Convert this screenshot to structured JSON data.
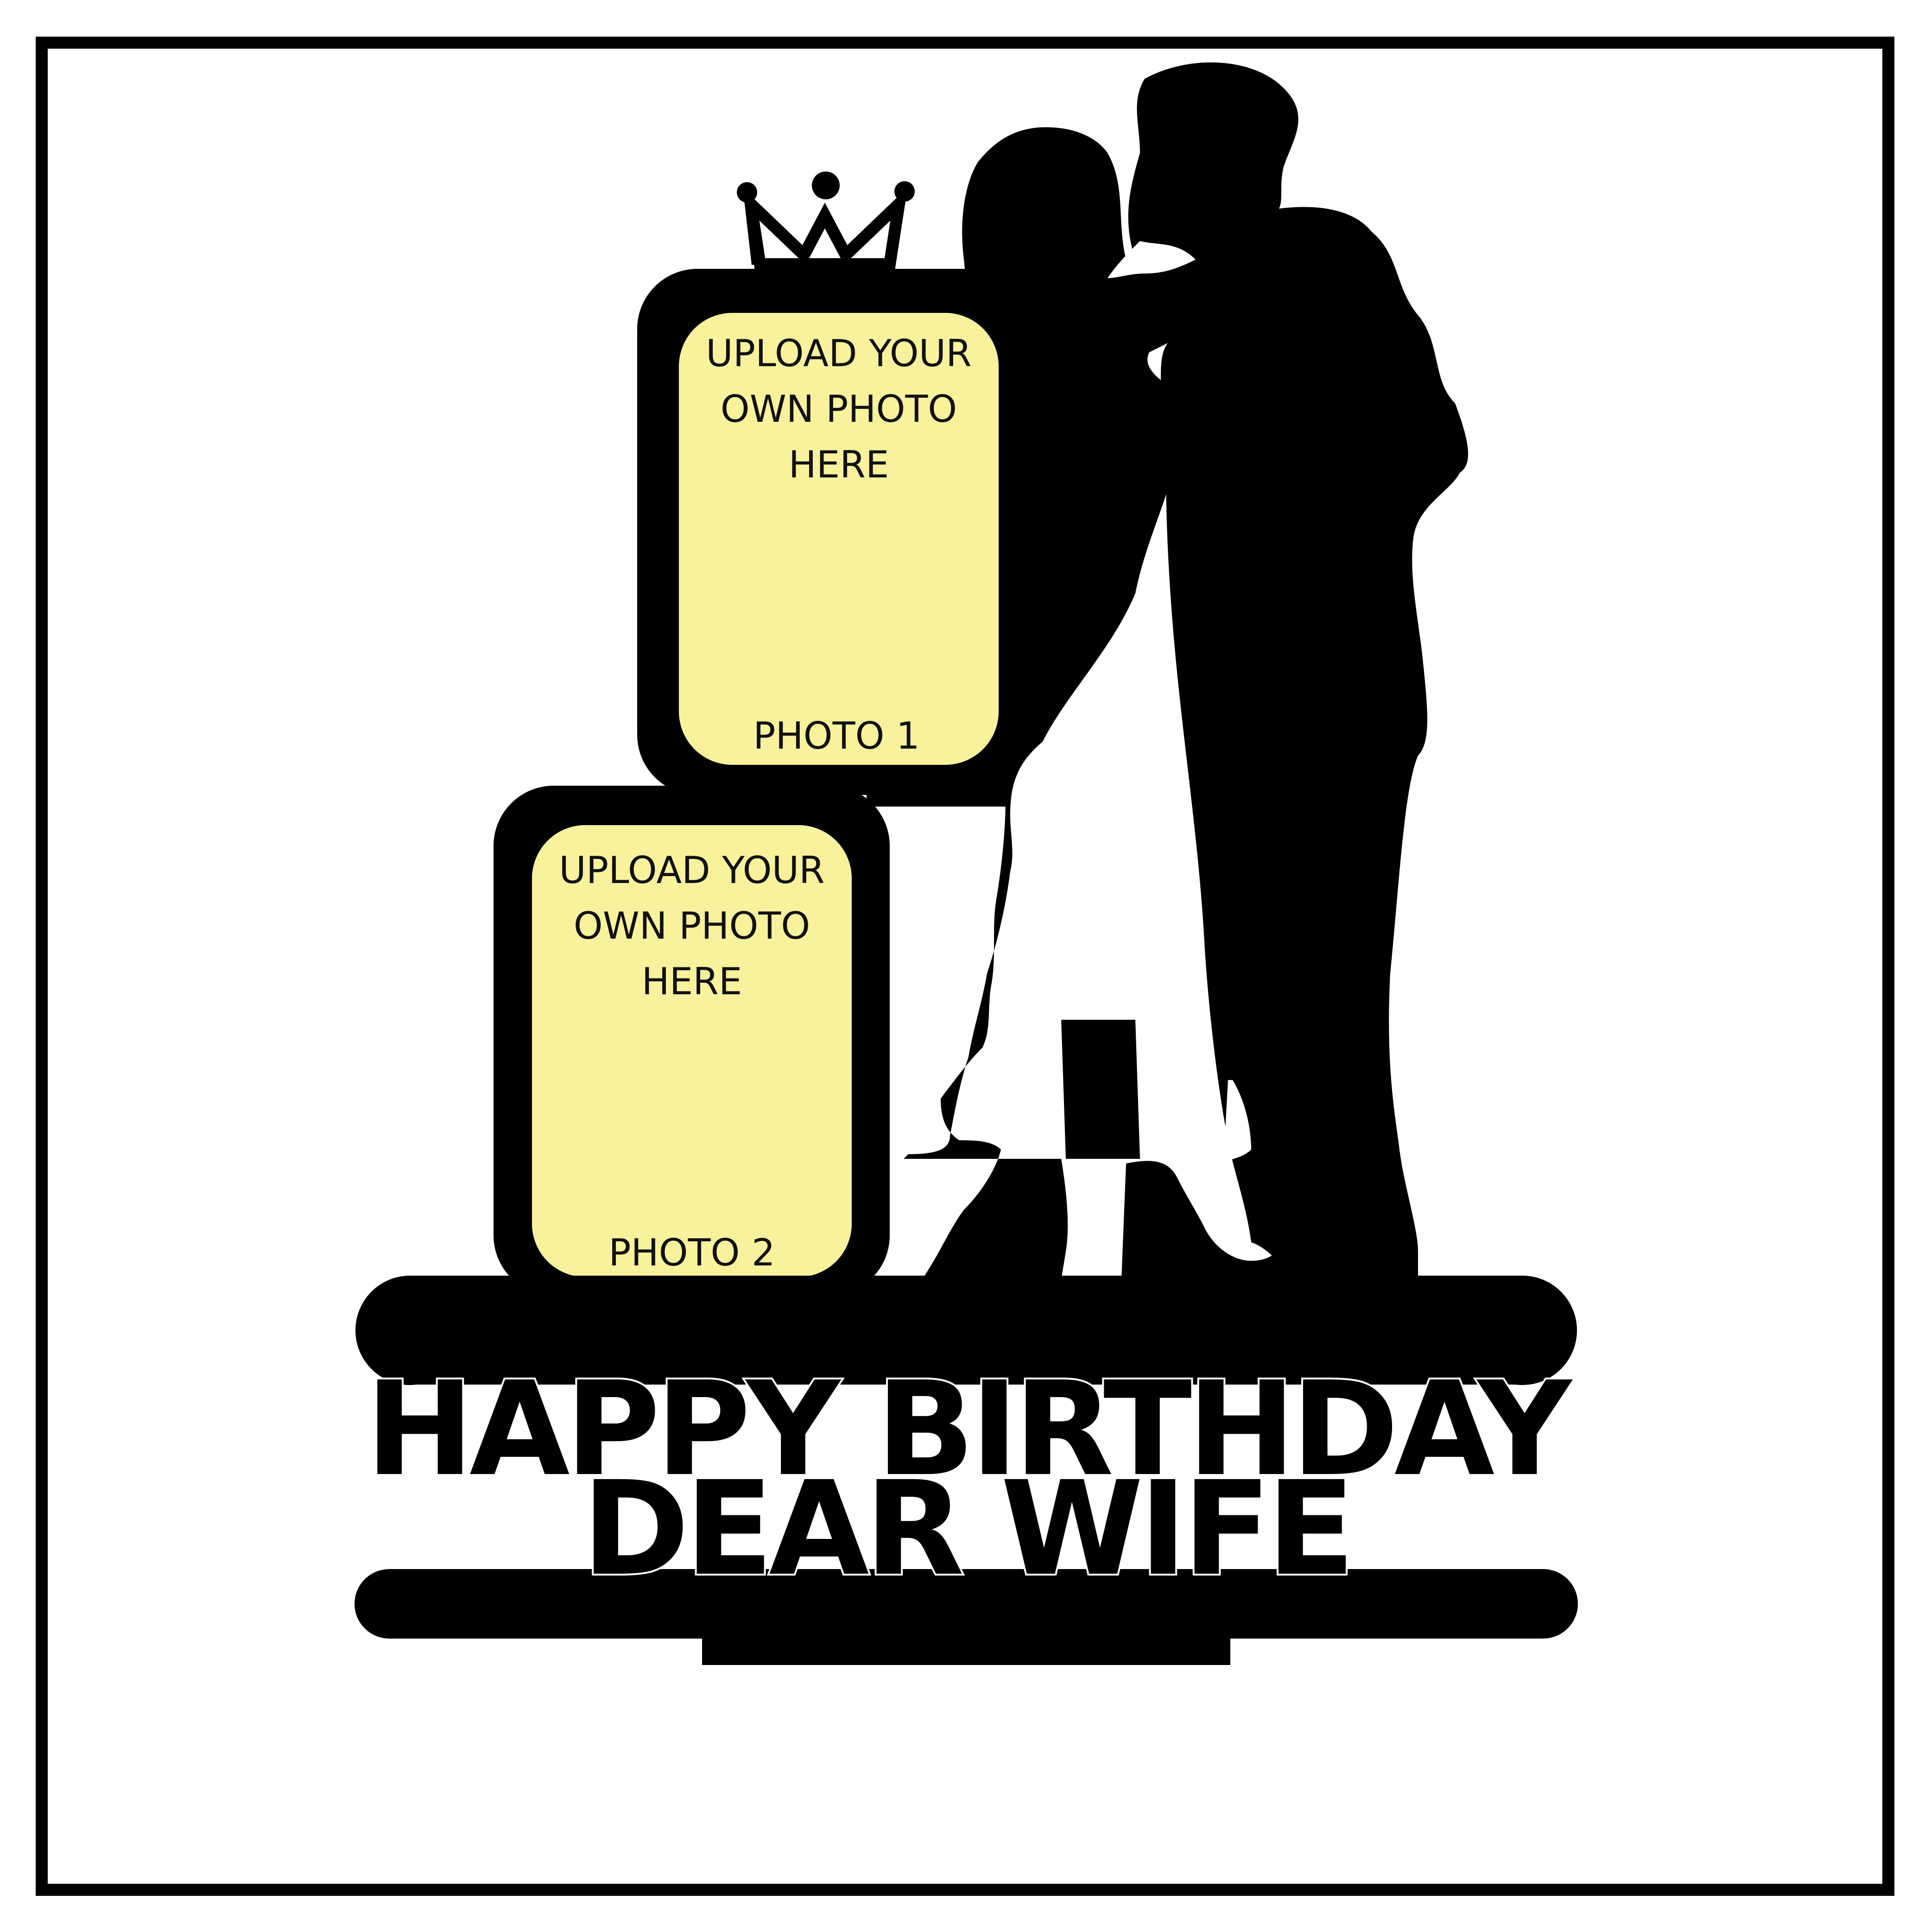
{
  "colors": {
    "background": "#ffffff",
    "frame": "#000000",
    "silhouette": "#000000",
    "photo_fill": "#f8f29c"
  },
  "photo_1": {
    "upload_line_1": "UPLOAD YOUR",
    "upload_line_2": "OWN PHOTO",
    "upload_line_3": "HERE",
    "label": "PHOTO 1"
  },
  "photo_2": {
    "upload_line_1": "UPLOAD YOUR",
    "upload_line_2": "OWN PHOTO",
    "upload_line_3": "HERE",
    "label": "PHOTO 2"
  },
  "banner": {
    "line_1": "HAPPY BIRTHDAY",
    "line_2": "DEAR WIFE"
  },
  "icons": [
    "crown-icon",
    "couple-silhouette"
  ]
}
